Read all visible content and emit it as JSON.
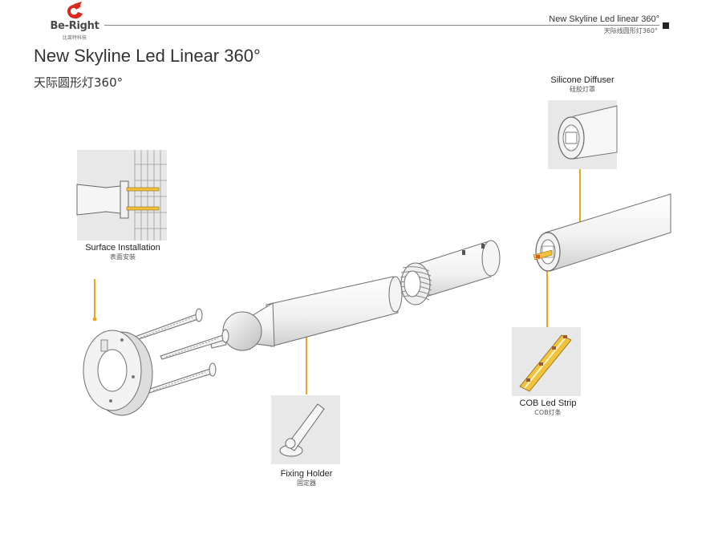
{
  "brand": {
    "name": "Be-Right",
    "tagline": "比莱特科技"
  },
  "header": {
    "title": "New Skyline Led linear 360°",
    "subtitle": "天际线圆形灯360°"
  },
  "page": {
    "title": "New Skyline Led Linear  360°",
    "subtitle": "天际圆形灯360°"
  },
  "callouts": [
    {
      "id": "silicone-diffuser",
      "label": "Silicone Diffuser",
      "label_cn": "硅胶灯罩"
    },
    {
      "id": "surface-installation",
      "label": "Surface Installation",
      "label_cn": "表面安装"
    },
    {
      "id": "cob-led-strip",
      "label": "COB Led Strip",
      "label_cn": "COB灯条"
    },
    {
      "id": "fixing-holder",
      "label": "Fixing Holder",
      "label_cn": "固定器"
    }
  ],
  "colors": {
    "accent": "#f0a41c",
    "logo_red": "#d9281e",
    "panel_gray": "#e8e8e8",
    "part_fill": "#f4f4f4",
    "part_stroke": "#6e6e6e",
    "strip_yellow": "#f2c23a",
    "strip_brown": "#9a5a2e"
  },
  "icons": [
    "logo-mark-icon",
    "header-square-icon"
  ]
}
